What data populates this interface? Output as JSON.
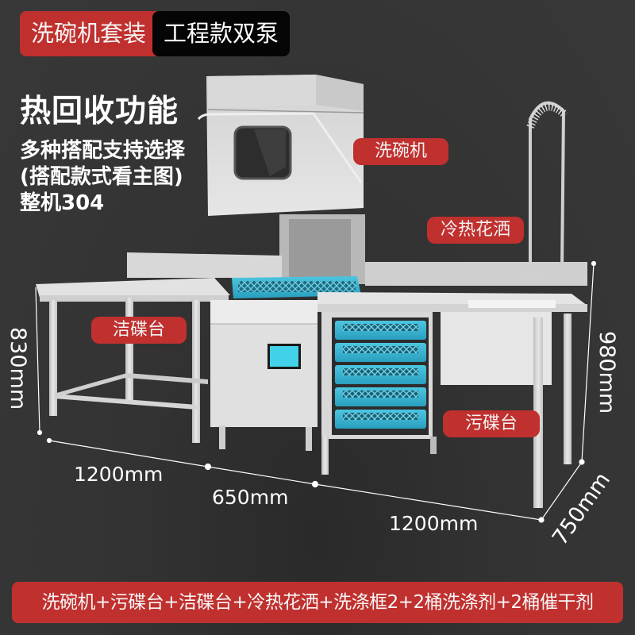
{
  "header": {
    "tag_primary": "洗碗机套装",
    "tag_secondary": "工程款双泵"
  },
  "features": {
    "headline": "热回收功能",
    "lines": [
      "多种搭配支持选择",
      "(搭配款式看主图)",
      "整机304"
    ]
  },
  "callouts": {
    "dishwasher": "洗碗机",
    "spray_faucet": "冷热花洒",
    "clean_table": "洁碟台",
    "soiled_table": "污碟台"
  },
  "dimensions": {
    "clean_table_height": "830mm",
    "clean_table_width": "1200mm",
    "dishwasher_width": "650mm",
    "soiled_table_width": "1200mm",
    "soiled_table_height": "980mm",
    "depth": "750mm"
  },
  "package_contents": "洗碗机+污碟台+洁碟台+冷热花洒+洗涤框2+2桶洗涤剂+2桶催干剂",
  "colors": {
    "background": "#353535",
    "accent_red": "#c0302e",
    "tag_black": "#050505",
    "rack_blue": "#3fb8d4",
    "steel": "#d8d8d8"
  }
}
